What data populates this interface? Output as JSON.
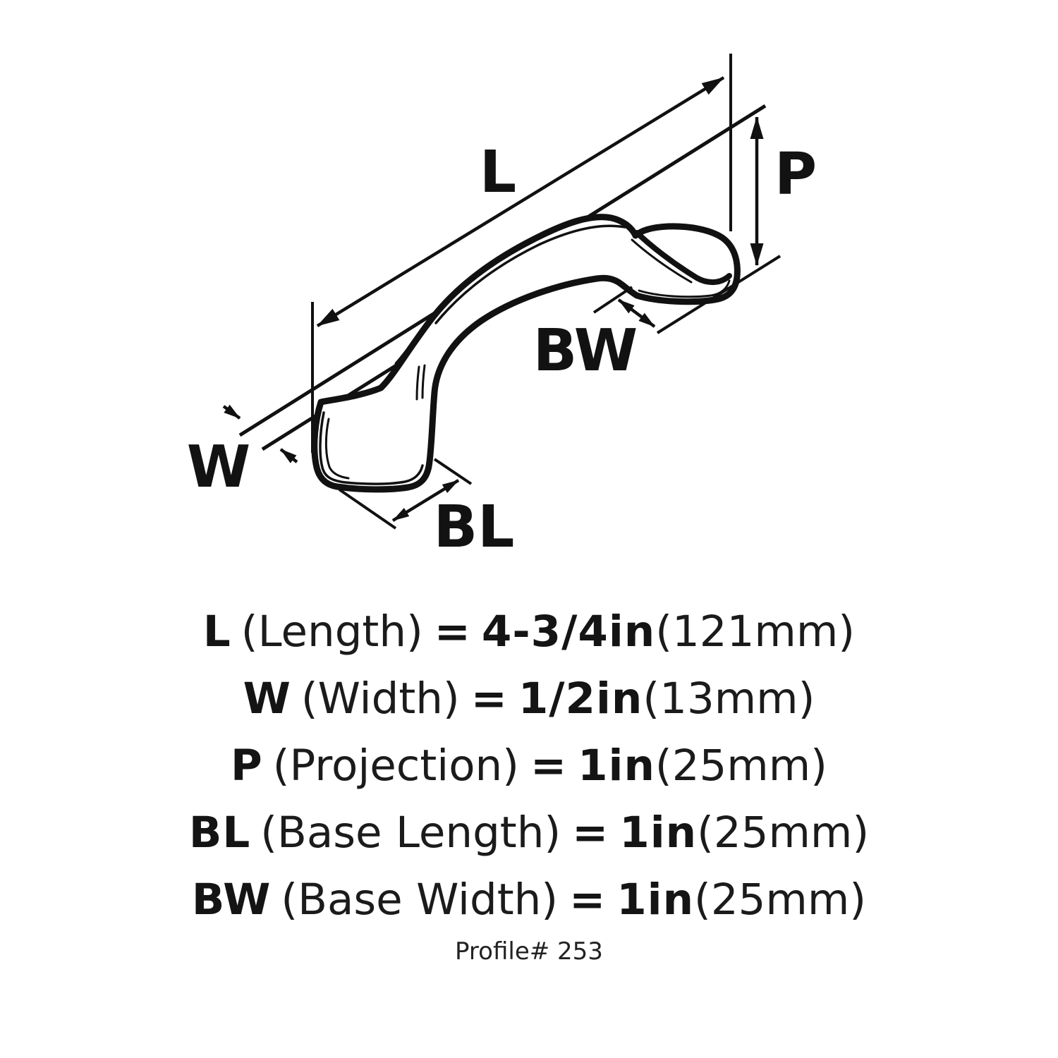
{
  "diagram": {
    "labels": {
      "length": "L",
      "projection": "P",
      "width": "W",
      "base_width": "BW",
      "base_length": "BL"
    },
    "line_color": "#111111",
    "background": "#ffffff"
  },
  "spec": {
    "rows": [
      {
        "code": "L",
        "desc": "(Length)",
        "eq": "=",
        "imperial": "4-3/4in",
        "metric": "(121mm)"
      },
      {
        "code": "W",
        "desc": "(Width)",
        "eq": "=",
        "imperial": "1/2in",
        "metric": "(13mm)"
      },
      {
        "code": "P",
        "desc": "(Projection)",
        "eq": "=",
        "imperial": "1in",
        "metric": "(25mm)"
      },
      {
        "code": "BL",
        "desc": "(Base Length)",
        "eq": "=",
        "imperial": "1in",
        "metric": "(25mm)"
      },
      {
        "code": "BW",
        "desc": "(Base Width)",
        "eq": "=",
        "imperial": "1in",
        "metric": "(25mm)"
      }
    ],
    "profile": "Profile# 253"
  }
}
